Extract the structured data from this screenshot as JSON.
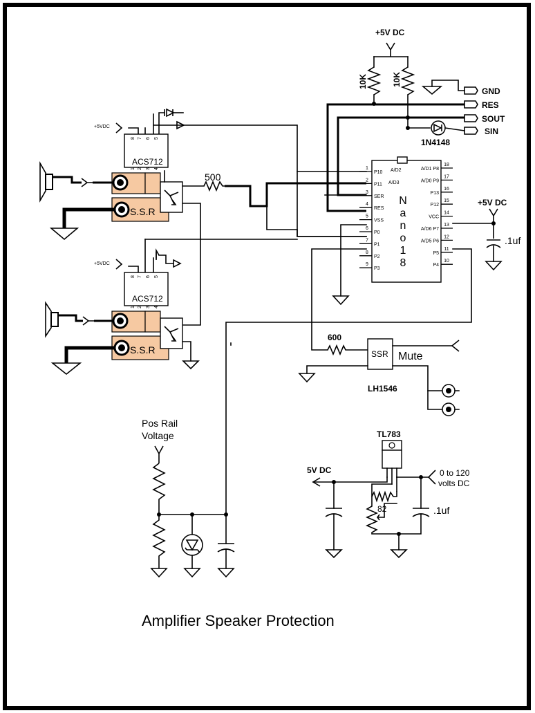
{
  "title": "Amplifier Speaker Protection",
  "supply": {
    "top_label": "+5V DC",
    "pullup1": "10K",
    "pullup2": "10K",
    "small_5v": "+5VDC"
  },
  "connector": {
    "pins": [
      "GND",
      "RES",
      "SOUT",
      "SIN"
    ]
  },
  "diode_label": "1N4148",
  "mcu": {
    "name": "Nano18",
    "name_chars": [
      "N",
      "a",
      "n",
      "o",
      "1",
      "8"
    ],
    "left_pins": [
      {
        "num": "1",
        "name": "P10"
      },
      {
        "num": "2",
        "name": "P11"
      },
      {
        "num": "3",
        "name": "SER"
      },
      {
        "num": "4",
        "name": "RES"
      },
      {
        "num": "5",
        "name": "VSS"
      },
      {
        "num": "6",
        "name": "P0"
      },
      {
        "num": "7",
        "name": "P1"
      },
      {
        "num": "8",
        "name": "P2"
      },
      {
        "num": "9",
        "name": "P3"
      }
    ],
    "left_alt": [
      "A/D2",
      "A/D3"
    ],
    "right_pins": [
      {
        "num": "18",
        "name": "A/D1 P8"
      },
      {
        "num": "17",
        "name": "A/D0 P9"
      },
      {
        "num": "16",
        "name": "P13"
      },
      {
        "num": "15",
        "name": "P12"
      },
      {
        "num": "14",
        "name": "VCC"
      },
      {
        "num": "13",
        "name": "A/D6 P7"
      },
      {
        "num": "12",
        "name": "A/D5 P6"
      },
      {
        "num": "11",
        "name": "P5"
      },
      {
        "num": "10",
        "name": "P4"
      }
    ]
  },
  "vcc": {
    "label": "+5V DC",
    "cap": ".1uf"
  },
  "sensor1": {
    "name": "ACS712",
    "pins": [
      "8",
      "7",
      "6",
      "5",
      "1",
      "2",
      "3",
      "4"
    ]
  },
  "sensor2": {
    "name": "ACS712",
    "pins": [
      "8",
      "7",
      "6",
      "5",
      "1",
      "2",
      "3",
      "4"
    ]
  },
  "ssr1_label": "S.S.R",
  "ssr2_label": "S.S.R",
  "resistor_500": "500",
  "resistor_600": "600",
  "mute": {
    "ssr": "SSR",
    "label": "Mute",
    "part": "LH1546"
  },
  "rail": {
    "line1": "Pos Rail",
    "line2": "Voltage"
  },
  "regulator": {
    "name": "TL783",
    "out_label": "5V DC",
    "in_label1": "0 to 120",
    "in_label2": "volts DC",
    "resistor": "82",
    "cap": ".1uf"
  }
}
